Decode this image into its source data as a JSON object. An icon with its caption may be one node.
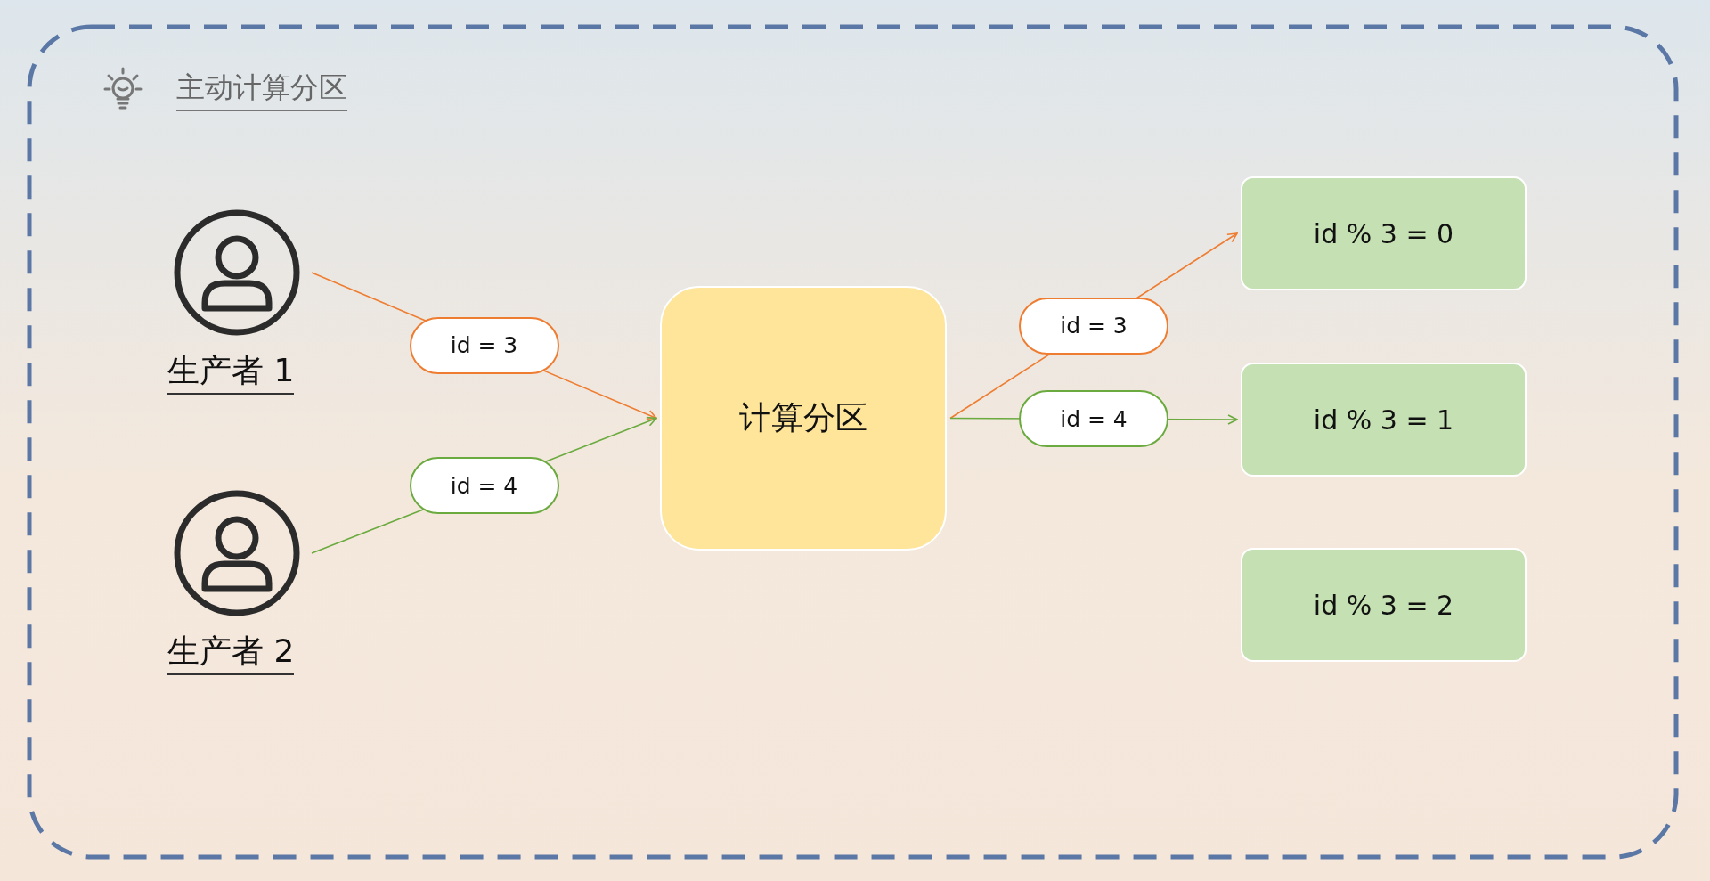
{
  "diagram": {
    "nodes": [
      {
        "text": [
          "主动计算分区"
        ]
      },
      {
        "text": [],
        "shape": "person",
        "beside": [
          "生产者 1"
        ],
        "in": 0
      },
      {
        "text": [],
        "shape": "person",
        "beside": [
          "生产者 2"
        ],
        "in": 0
      },
      {
        "text": [
          "计算分区"
        ],
        "in": 0
      },
      {
        "text": [
          "id % 3 = 0"
        ],
        "in": 0
      },
      {
        "text": [
          "id % 3 = 1"
        ],
        "in": 0
      },
      {
        "text": [
          "id % 3 = 2"
        ],
        "in": 0
      }
    ],
    "edges": [
      {
        "from": 1,
        "to": 3,
        "arrow": "to",
        "label": "id = 3",
        "color": "#ee7d31"
      },
      {
        "from": 2,
        "to": 3,
        "arrow": "to",
        "label": "id = 4",
        "color": "#6aaa3e"
      },
      {
        "from": 3,
        "to": 4,
        "arrow": "to",
        "label": "id = 3",
        "color": "#ee7d31"
      },
      {
        "from": 3,
        "to": 5,
        "arrow": "to",
        "label": "id = 4",
        "color": "#6aaa3e"
      }
    ]
  }
}
